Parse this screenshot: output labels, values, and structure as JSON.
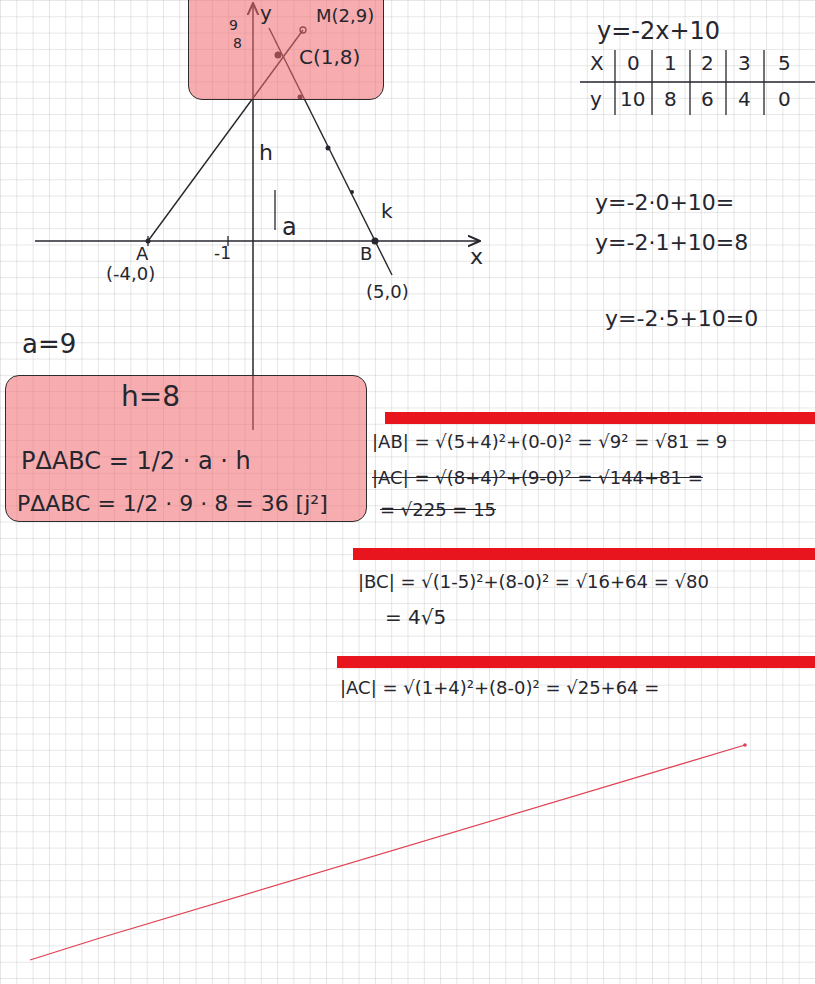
{
  "diagram": {
    "nodes": [
      {
        "text": [
          "y",
          "9",
          "8",
          "M(2,9)",
          "C(1,8)"
        ]
      },
      {
        "text": [
          "h=8",
          "PΔABC = 1/2 · a · h",
          "PΔABC = 1/2 · 9 · 8 = 36 [j²]"
        ]
      }
    ],
    "labels": [
      "h",
      "k",
      "a",
      "x",
      "A",
      "(-4,0)",
      "-1",
      "B",
      "(5,0)",
      "a=9",
      "y=-2x+10",
      "X",
      "0",
      "1",
      "2",
      "3",
      "5",
      "y",
      "10",
      "8",
      "6",
      "4",
      "0",
      "y=-2·0+10=",
      "y=-2·1+10=8",
      "y=-2·5+10=0",
      "|AB| = √(5+4)²+(0-0)² = √9² = √81 = 9",
      "|AC| = √(8+4)²+(9-0)² = √144+81 =",
      "= √225 = 15",
      "|BC| = √(1-5)²+(8-0)² = √16+64 = √80",
      "= 4√5",
      "|AC| = √(1+4)²+(8-0)² = √25+64 ="
    ]
  }
}
